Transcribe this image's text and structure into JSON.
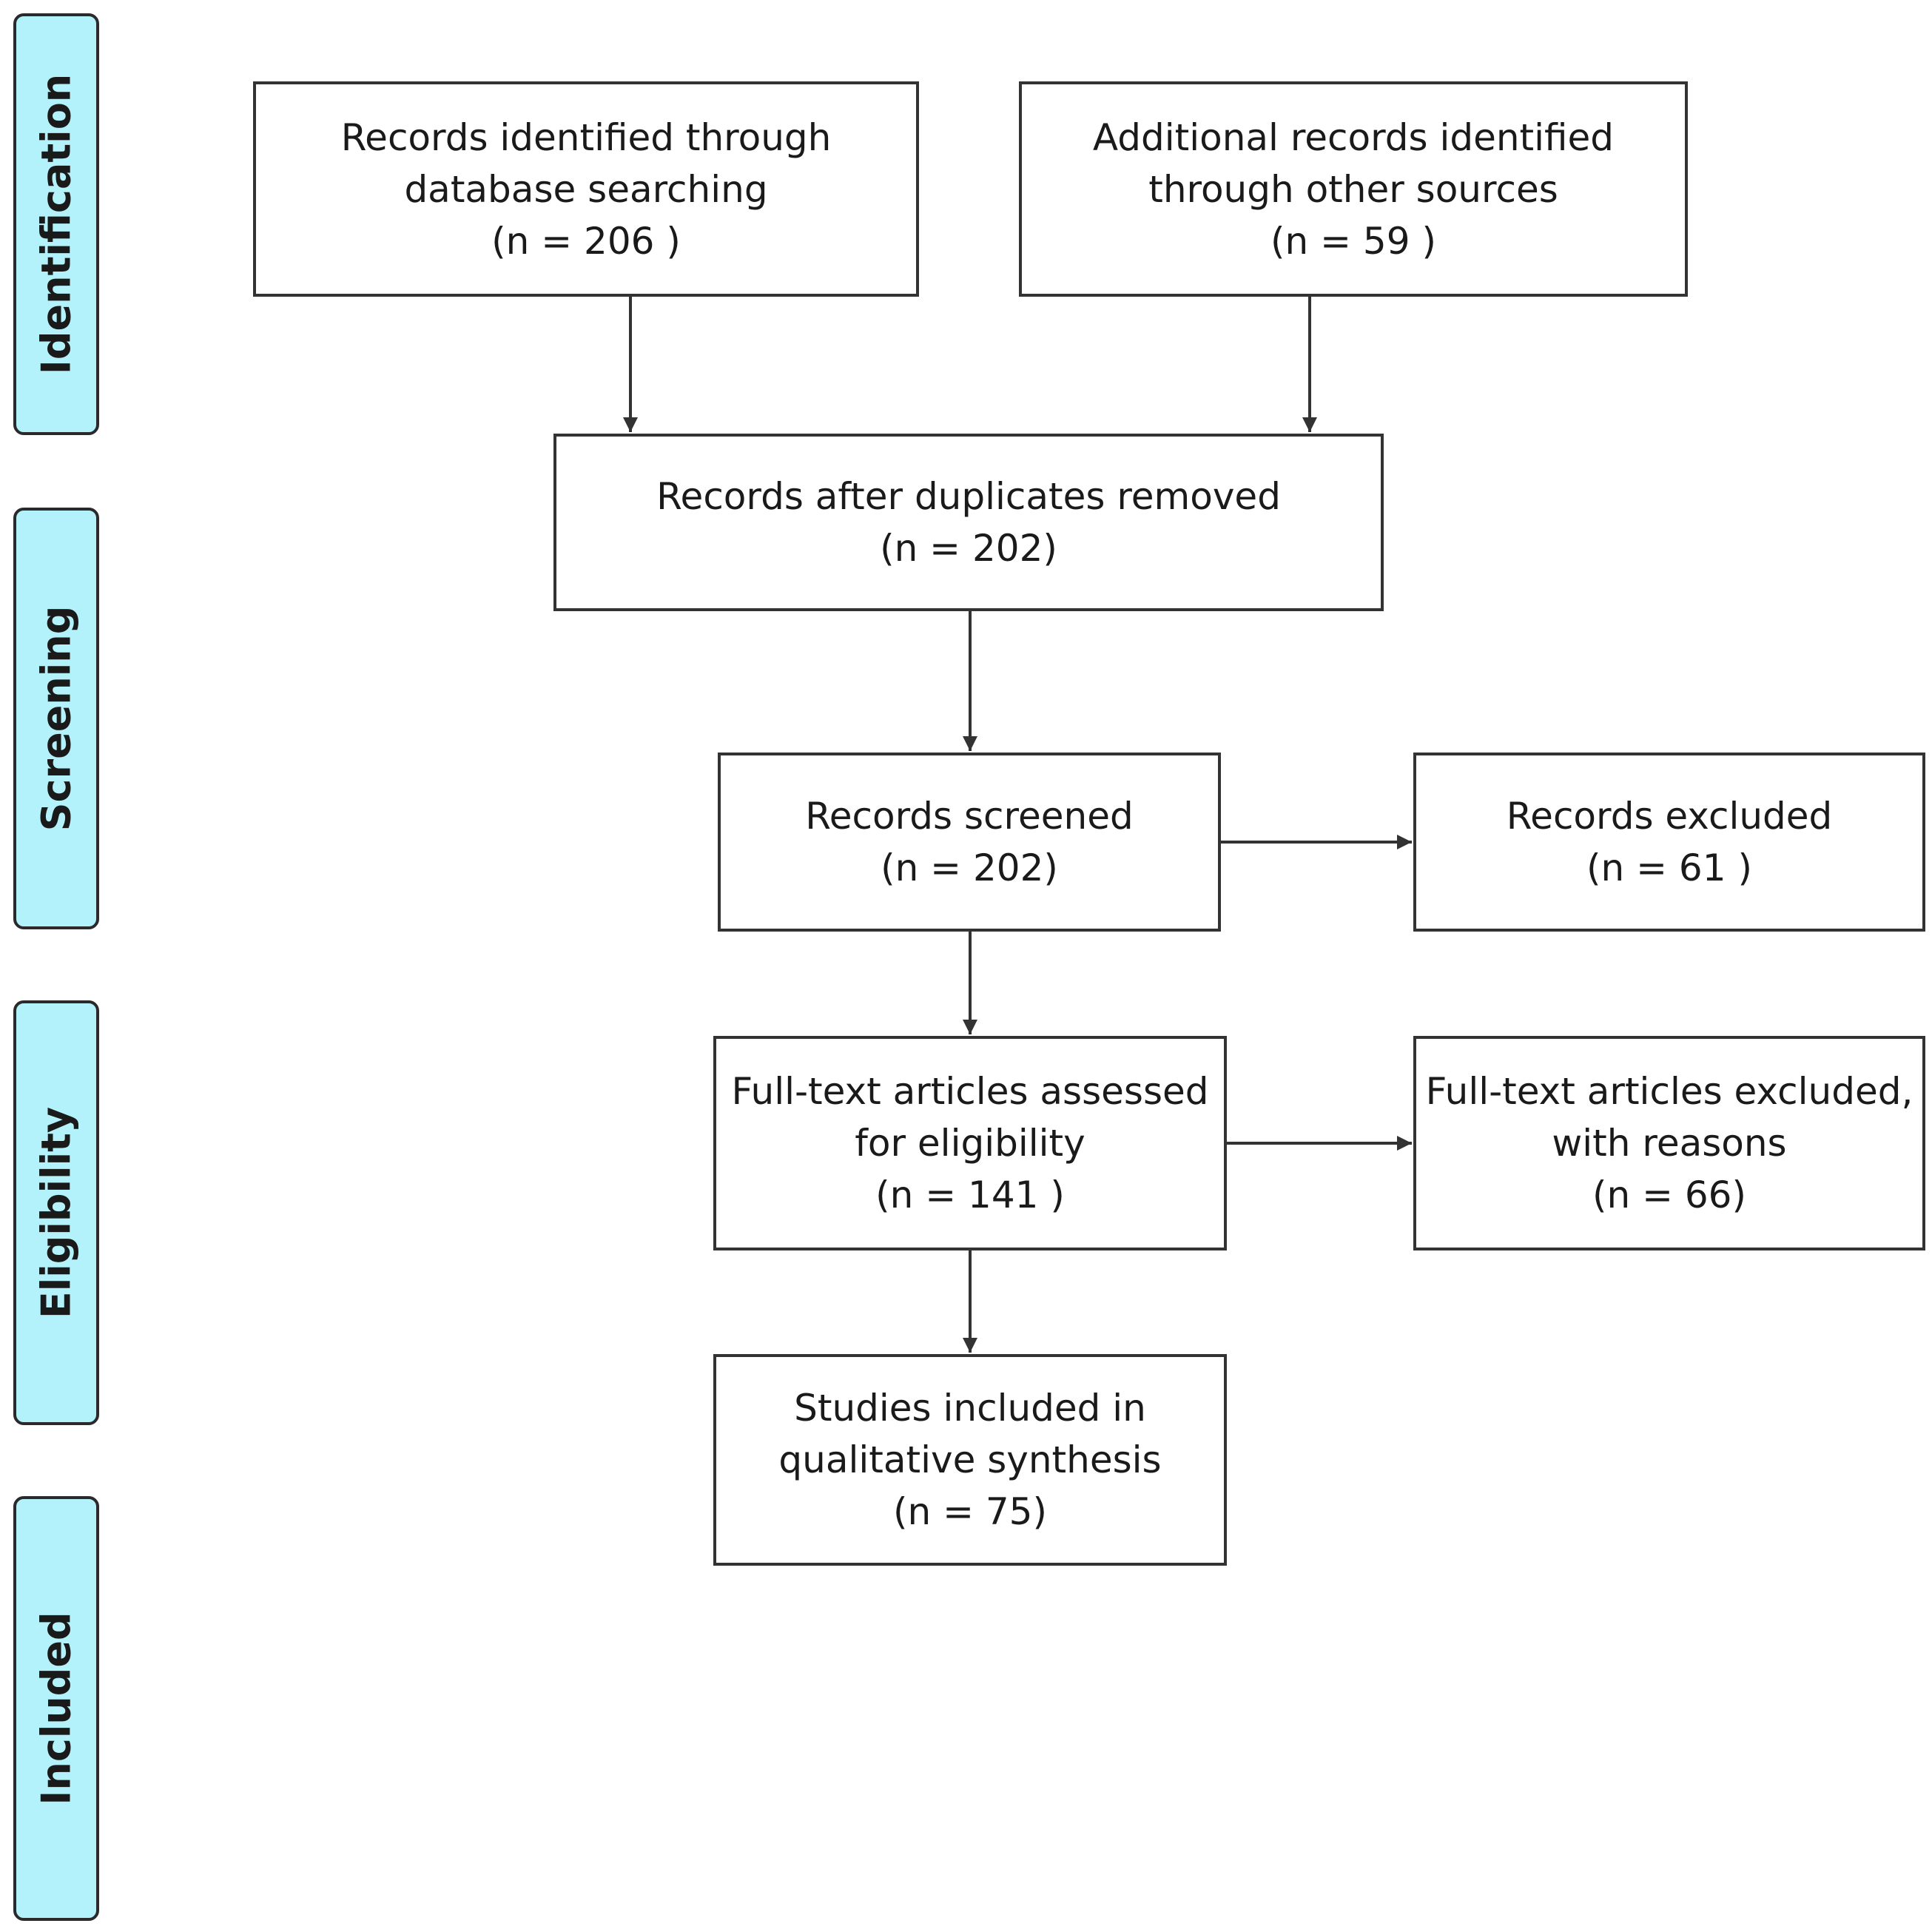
{
  "phases": {
    "identification": "Identification",
    "screening": "Screening",
    "eligibility": "Eligibility",
    "included": "Included"
  },
  "boxes": {
    "db_search": {
      "line1": "Records identified through",
      "line2": "database searching",
      "count": "(n = 206 )"
    },
    "other_sources": {
      "line1": "Additional records identified",
      "line2": "through other sources",
      "count": "(n =  59 )"
    },
    "duplicates_removed": {
      "line1": "Records after duplicates removed",
      "count": "(n = 202)"
    },
    "screened": {
      "line1": "Records screened",
      "count": "(n =  202)"
    },
    "excluded": {
      "line1": "Records excluded",
      "count": "(n = 61 )"
    },
    "fulltext_assessed": {
      "line1": "Full-text articles assessed",
      "line2": "for eligibility",
      "count": "(n = 141 )"
    },
    "fulltext_excluded": {
      "line1": "Full-text articles excluded,",
      "line2": "with reasons",
      "count": "(n =  66)"
    },
    "included": {
      "line1": "Studies included in",
      "line2": "qualitative synthesis",
      "count": "(n = 75)"
    }
  }
}
